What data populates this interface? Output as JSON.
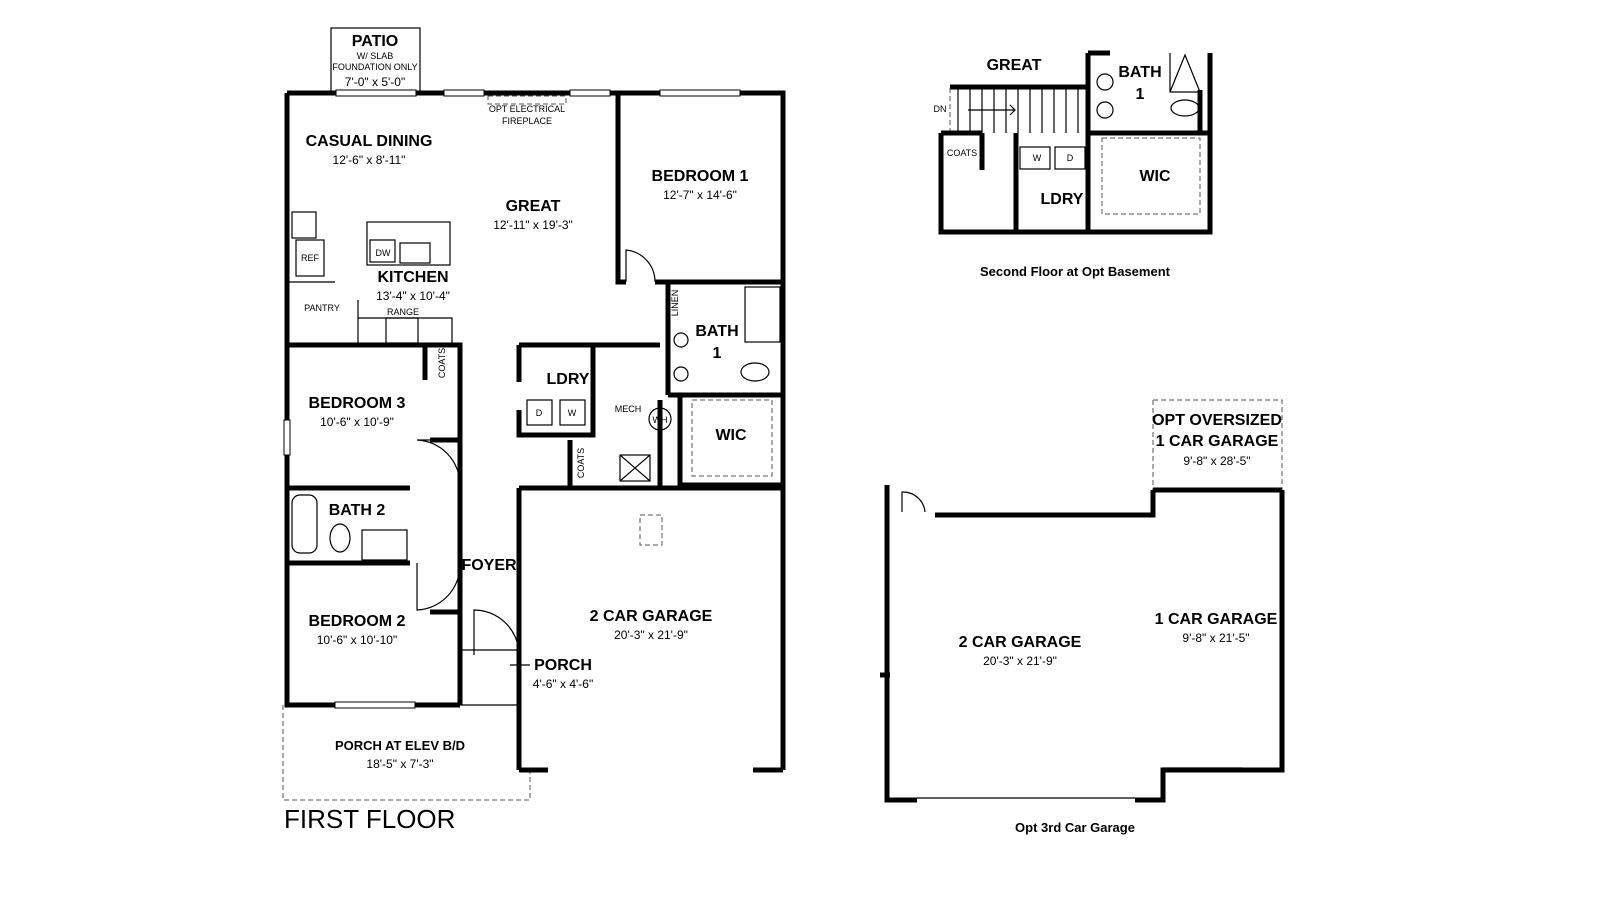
{
  "first_floor": {
    "title": "FIRST FLOOR",
    "patio": {
      "name": "PATIO",
      "note1": "W/ SLAB",
      "note2": "FOUNDATION ONLY",
      "dims": "7'-0\" x 5'-0\""
    },
    "fireplace": {
      "line1": "OPT ELECTRICAL",
      "line2": "FIREPLACE"
    },
    "casual_dining": {
      "name": "CASUAL DINING",
      "dims": "12'-6\" x 8'-11\""
    },
    "great": {
      "name": "GREAT",
      "dims": "12'-11\" x 19'-3\""
    },
    "bedroom1": {
      "name": "BEDROOM 1",
      "dims": "12'-7\" x 14'-6\""
    },
    "kitchen": {
      "name": "KITCHEN",
      "dims": "13'-4\" x 10'-4\"",
      "ref": "REF",
      "pantry": "PANTRY",
      "range": "RANGE",
      "dw": "DW"
    },
    "linen": "LINEN",
    "bath1": {
      "line1": "BATH",
      "line2": "1"
    },
    "ldry": {
      "name": "LDRY",
      "d": "D",
      "w": "W"
    },
    "mech": {
      "name": "MECH",
      "wh": "WH"
    },
    "wic": "WIC",
    "coats1": "COATS",
    "coats2": "COATS",
    "bedroom3": {
      "name": "BEDROOM 3",
      "dims": "10'-6\" x 10'-9\""
    },
    "bath2": "BATH 2",
    "foyer": "FOYER",
    "bedroom2": {
      "name": "BEDROOM 2",
      "dims": "10'-6\" x 10'-10\""
    },
    "garage": {
      "name": "2 CAR GARAGE",
      "dims": "20'-3\" x 21'-9\""
    },
    "porch": {
      "name": "PORCH",
      "dims": "4'-6\" x 4'-6\""
    },
    "porch_elev": {
      "name": "PORCH AT ELEV B/D",
      "dims": "18'-5\" x 7'-3\""
    }
  },
  "second_floor": {
    "caption": "Second Floor at Opt Basement",
    "great": "GREAT",
    "dn": "DN",
    "bath1": {
      "line1": "BATH",
      "line2": "1"
    },
    "coats": "COATS",
    "w": "W",
    "d": "D",
    "ldry": "LDRY",
    "wic": "WIC"
  },
  "third_garage": {
    "caption": "Opt 3rd Car Garage",
    "oversized": {
      "line1": "OPT OVERSIZED",
      "line2": "1 CAR GARAGE",
      "dims": "9'-8\" x 28'-5\""
    },
    "two_car": {
      "name": "2 CAR GARAGE",
      "dims": "20'-3\" x 21'-9\""
    },
    "one_car": {
      "name": "1 CAR GARAGE",
      "dims": "9'-8\" x 21'-5\""
    }
  }
}
